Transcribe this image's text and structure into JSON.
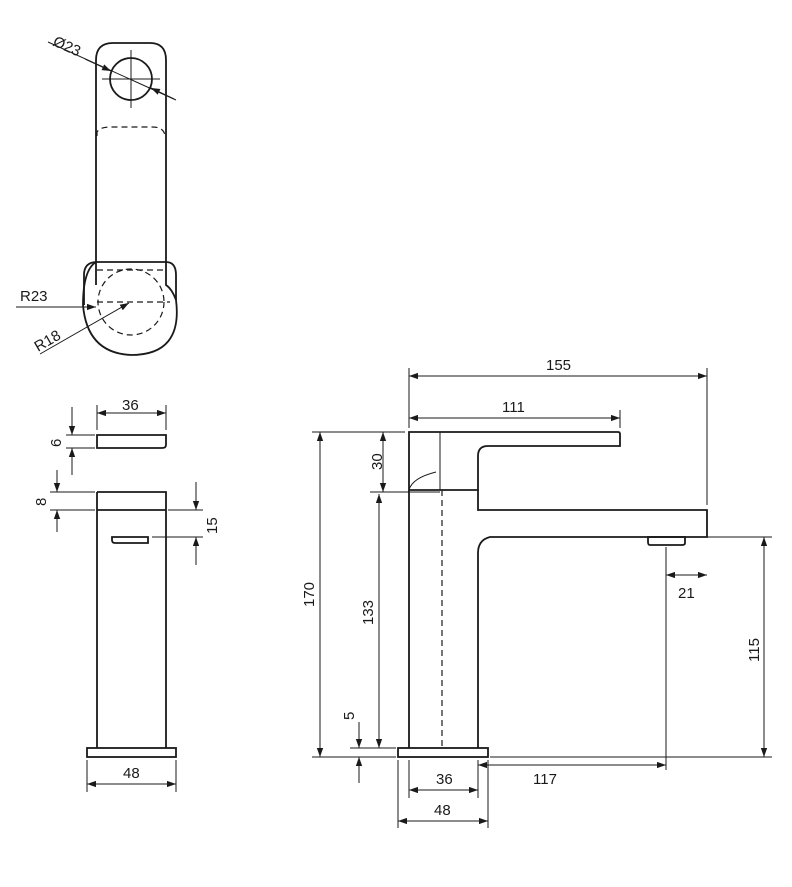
{
  "top_view": {
    "diameter_label": "Ø23",
    "radius_outer_label": "R23",
    "radius_inner_label": "R18"
  },
  "side_view": {
    "top_width_label": "36",
    "lever_height_label": "6",
    "gap_label": "8",
    "offset_label": "15",
    "base_width_label": "48"
  },
  "front_view": {
    "total_reach_label": "155",
    "lever_length_label": "111",
    "lever_drop_label": "30",
    "total_height_label": "170",
    "body_height_label": "133",
    "base_height_label": "5",
    "spout_offset_label": "21",
    "spout_height_label": "115",
    "body_width_label": "36",
    "base_width_label": "48",
    "spout_reach_label": "117"
  }
}
